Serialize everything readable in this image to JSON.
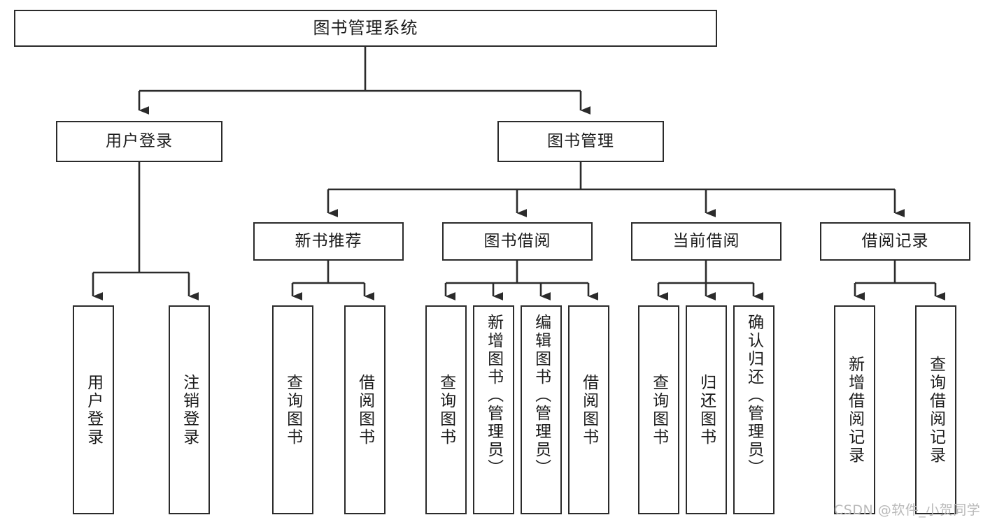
{
  "diagram": {
    "title": "图书管理系统",
    "type": "tree-hierarchy-chart",
    "root": {
      "label": "图书管理系统"
    },
    "level2": [
      {
        "label": "用户登录"
      },
      {
        "label": "图书管理"
      }
    ],
    "level3": [
      {
        "label": "新书推荐"
      },
      {
        "label": "图书借阅"
      },
      {
        "label": "当前借阅"
      },
      {
        "label": "借阅记录"
      }
    ],
    "leaves": {
      "user_login": [
        {
          "label": "用户登录"
        },
        {
          "label": "注销登录"
        }
      ],
      "new_book_recommend": [
        {
          "label": "查询图书"
        },
        {
          "label": "借阅图书"
        }
      ],
      "book_borrow": [
        {
          "label": "查询图书"
        },
        {
          "label": "新增图书（管理员）"
        },
        {
          "label": "编辑图书（管理员）"
        },
        {
          "label": "借阅图书"
        }
      ],
      "current_borrow": [
        {
          "label": "查询图书"
        },
        {
          "label": "归还图书"
        },
        {
          "label": "确认归还（管理员）"
        }
      ],
      "borrow_records": [
        {
          "label": "新增借阅记录"
        },
        {
          "label": "查询借阅记录"
        }
      ]
    }
  },
  "watermark": {
    "text": "CSDN @软件_小贺同学"
  },
  "colors": {
    "stroke": "#2b2b2b",
    "background": "#ffffff",
    "text": "#1b1b1b",
    "watermark": "#b9b9b9"
  }
}
